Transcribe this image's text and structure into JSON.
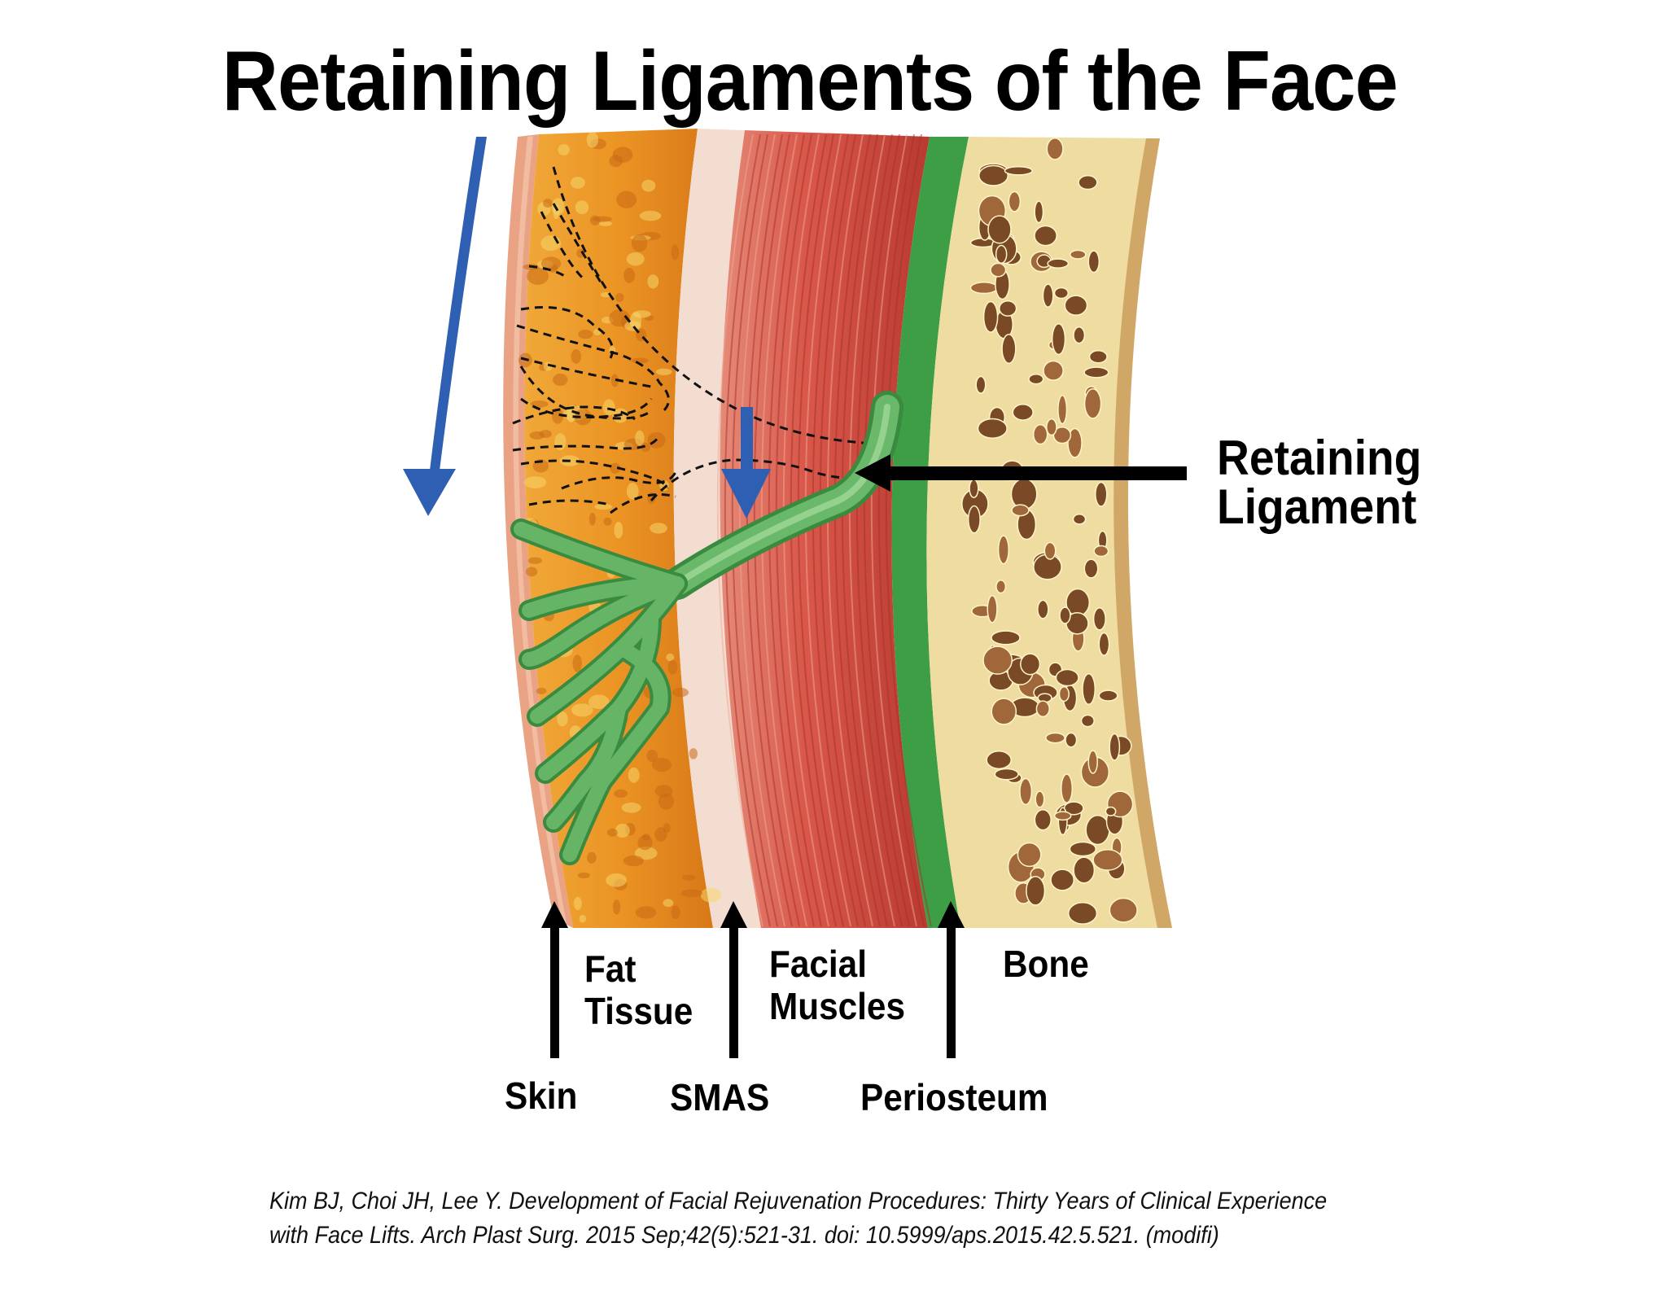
{
  "title": "Retaining Ligaments of the Face",
  "labels": {
    "retaining_ligament_line1": "Retaining",
    "retaining_ligament_line2": "Ligament",
    "fat_line1": "Fat",
    "fat_line2": "Tissue",
    "muscles_line1": "Facial",
    "muscles_line2": "Muscles",
    "bone": "Bone",
    "skin": "Skin",
    "smas": "SMAS",
    "periosteum": "Periosteum"
  },
  "citation": {
    "line1": "Kim BJ, Choi JH, Lee Y. Development of Facial Rejuvenation Procedures: Thirty Years of Clinical Experience",
    "line2": "with Face Lifts. Arch Plast Surg. 2015 Sep;42(5):521-31. doi: 10.5999/aps.2015.42.5.521. (modifi)"
  },
  "layers": [
    {
      "name": "Skin",
      "color": "#e9a384"
    },
    {
      "name": "Fat Tissue",
      "color": "#ea9322"
    },
    {
      "name": "SMAS",
      "color": "#f4dccf"
    },
    {
      "name": "Facial Muscles",
      "color": "#d9594a"
    },
    {
      "name": "Periosteum",
      "color": "#3d9e45"
    },
    {
      "name": "Bone",
      "color": "#efdca0"
    }
  ],
  "colors": {
    "ligament": "#5cae5c",
    "movement_arrow": "#2f5fb2",
    "pointer_arrow": "#000000",
    "bone_spot": "#7a4a26"
  },
  "icons": {
    "large_arrow": "down-arrow-curved",
    "small_arrow": "down-arrow",
    "pointer": "arrow"
  }
}
